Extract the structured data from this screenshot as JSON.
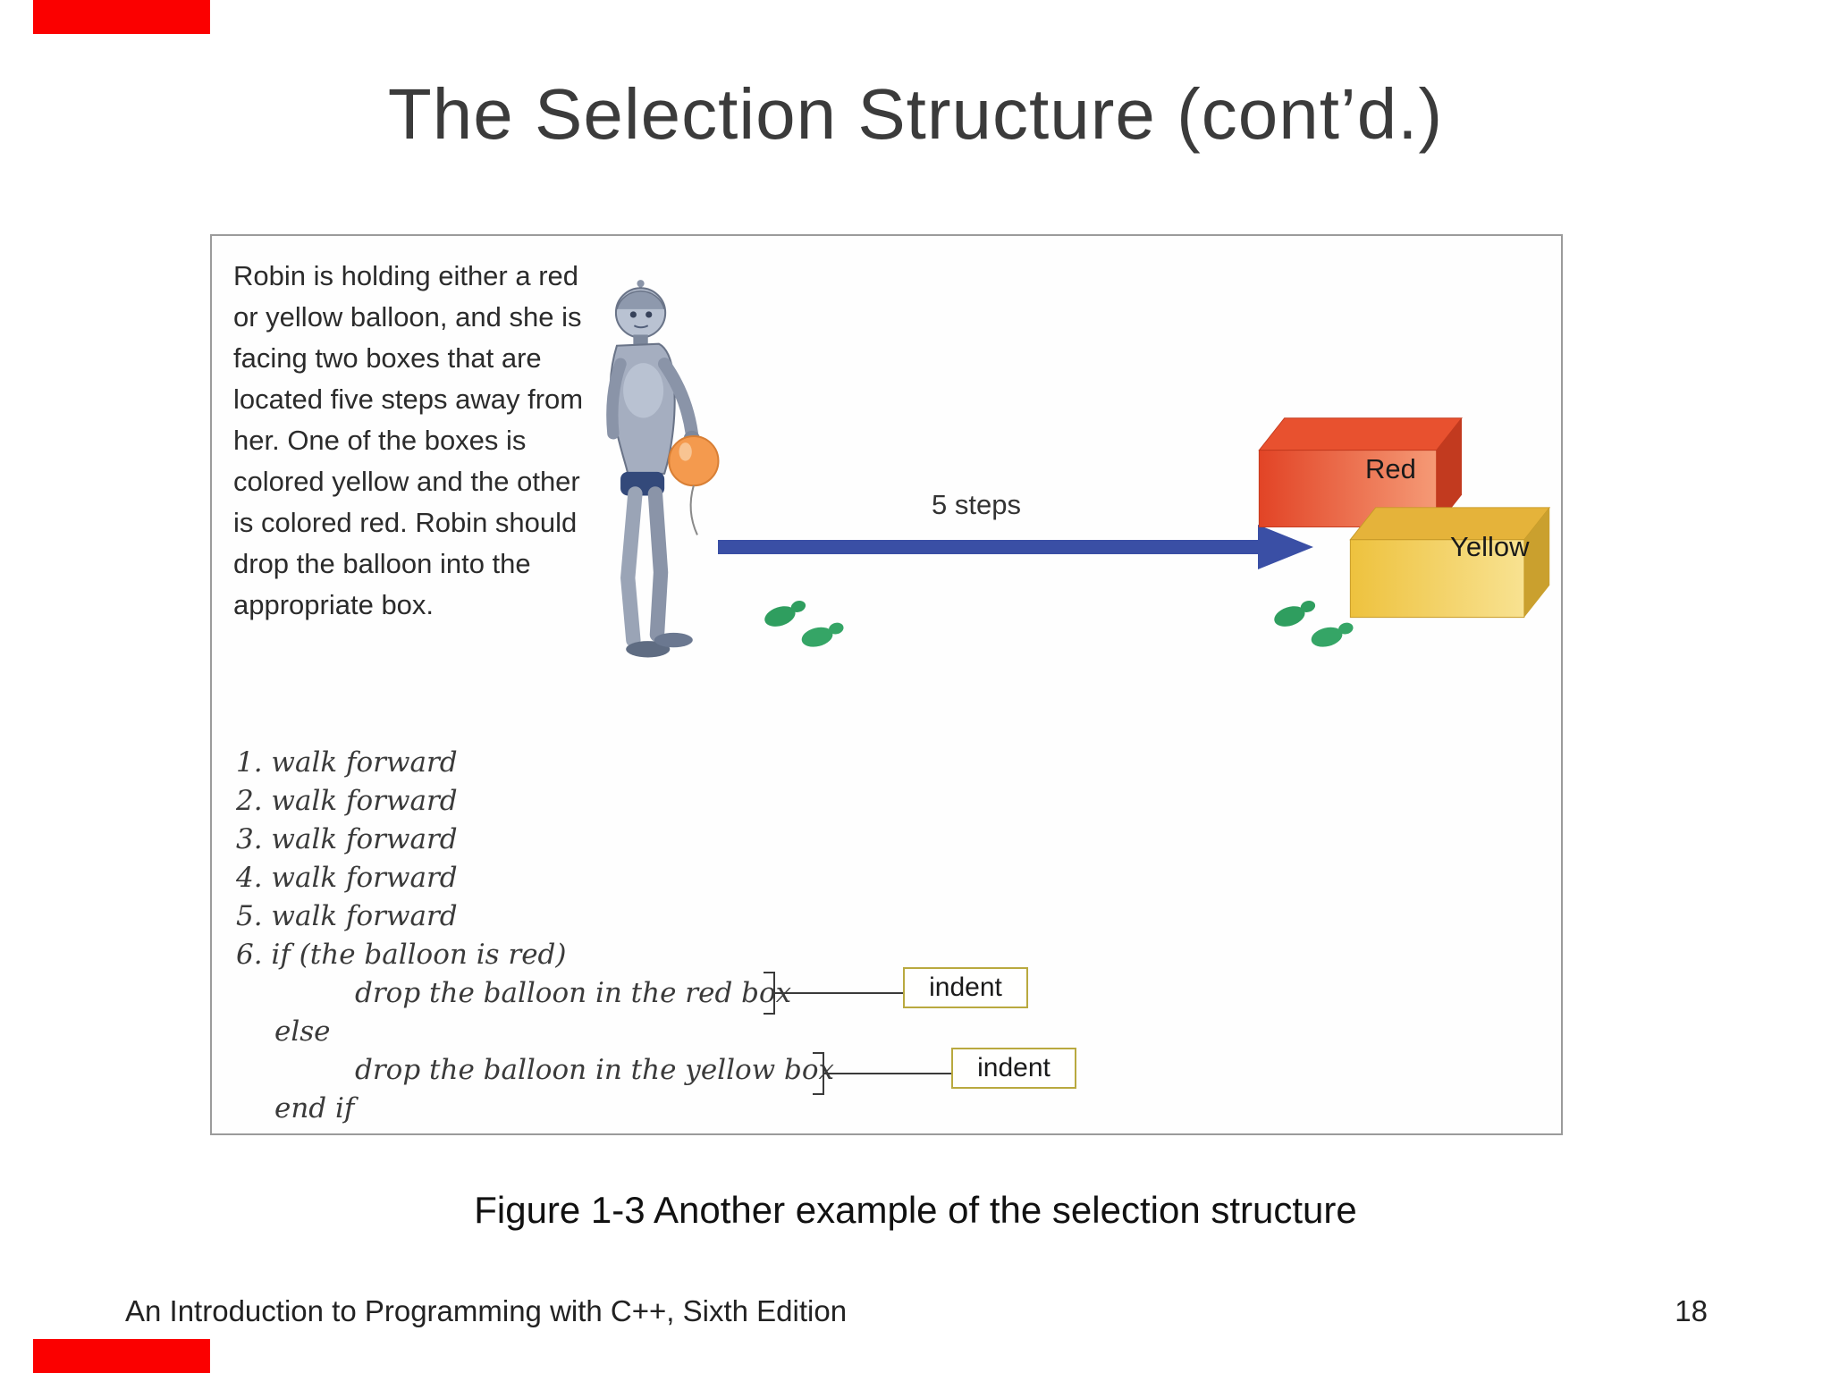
{
  "slide": {
    "title": "The Selection Structure (cont’d.)",
    "caption": "Figure 1-3 Another example of the selection structure",
    "footer": "An Introduction to Programming with C++, Sixth Edition",
    "page_number": "18",
    "accent_color": "#fb0000"
  },
  "figure": {
    "description": "Robin is holding either a red or yellow balloon, and she is facing two boxes that are located five steps away from her. One of the boxes is colored yellow and the other is colored red. Robin should drop the balloon into the appropriate box.",
    "arrow_label": "5 steps",
    "red_box_label": "Red",
    "yellow_box_label": "Yellow",
    "indent_label": "indent",
    "colors": {
      "arrow_blue": "#3a4fa5",
      "red_box": "#e8512f",
      "yellow_box": "#f1c84e",
      "footprint_green": "#2f9e5f"
    },
    "pseudocode": [
      "1. walk forward",
      "2. walk forward",
      "3. walk forward",
      "4. walk forward",
      "5. walk forward",
      "6. if (the balloon is red)",
      "drop the balloon in the red box",
      "else",
      "drop the balloon in the yellow box",
      "end if"
    ]
  }
}
